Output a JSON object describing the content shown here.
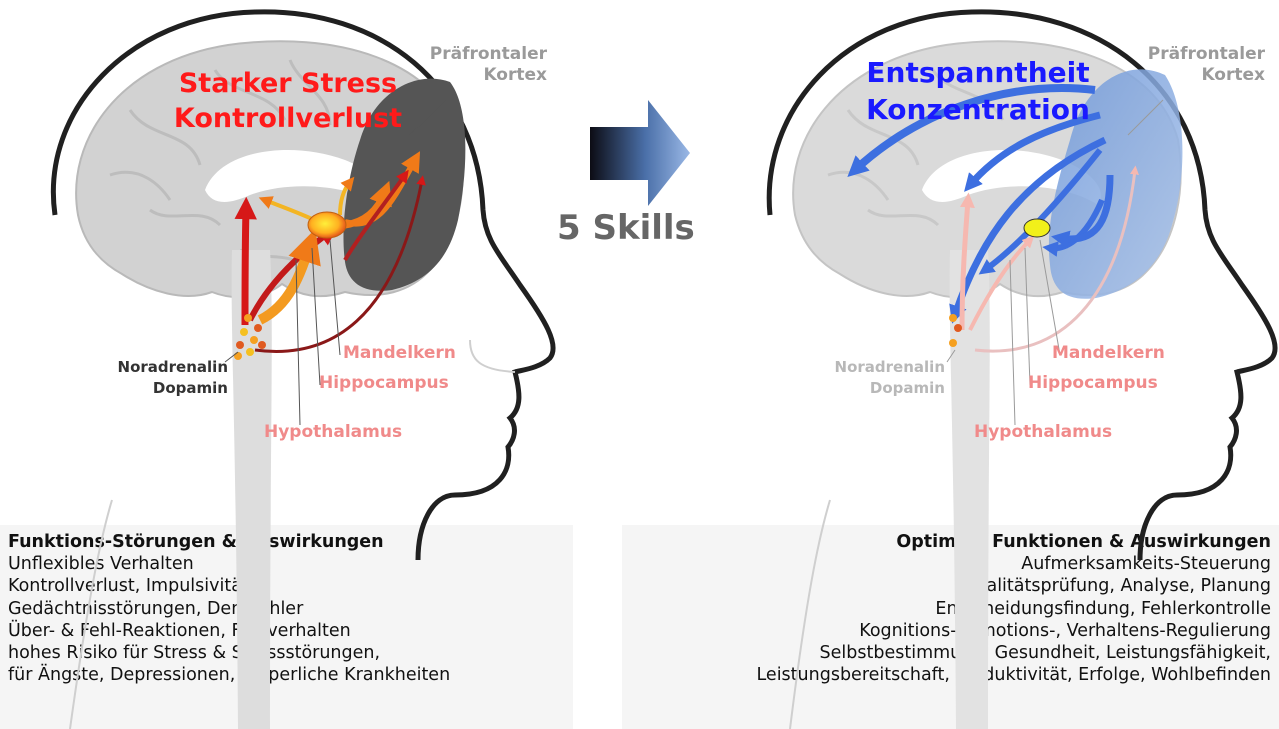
{
  "left_diagram": {
    "state_title": [
      "Starker Stress",
      "Kontrollverlust"
    ],
    "labels": {
      "prefrontal": [
        "Präfrontaler",
        "Kortex"
      ],
      "amygdala": "Mandelkern",
      "hippocampus": "Hippocampus",
      "hypothalamus": "Hypothalamus",
      "neurotransmitters": [
        "Noradrenalin",
        "Dopamin"
      ]
    }
  },
  "right_diagram": {
    "state_title": [
      "Entspanntheit",
      "Konzentration"
    ],
    "labels": {
      "prefrontal": [
        "Präfrontaler",
        "Kortex"
      ],
      "amygdala": "Mandelkern",
      "hippocampus": "Hippocampus",
      "hypothalamus": "Hypothalamus",
      "neurotransmitters": [
        "Noradrenalin",
        "Dopamin"
      ]
    }
  },
  "transition": {
    "label": "5 Skills"
  },
  "left_panel": {
    "heading": "Funktions-Störungen & Auswirkungen",
    "lines": [
      "Unflexibles Verhalten",
      "Kontrollverlust, Impulsivität",
      "Gedächtnisstörungen, Denkfehler",
      "Über- & Fehl-Reaktionen, Fehlverhalten",
      "hohes Risiko für Stress & Stressstörungen,",
      "für Ängste, Depressionen, körperliche Krankheiten"
    ]
  },
  "right_panel": {
    "heading": "Optimale Funktionen & Auswirkungen",
    "lines": [
      "Aufmerksamkeits-Steuerung",
      "Realitätsprüfung, Analyse, Planung",
      "Entscheidungsfindung, Fehlerkontrolle",
      "Kognitions-, Emotions-, Verhaltens-Regulierung",
      "Selbstbestimmung, Gesundheit, Leistungsfähigkeit,",
      "Leistungsbereitschaft, Produktivität, Erfolge, Wohlbefinden"
    ]
  },
  "colors": {
    "stress_red": "#ff1a1a",
    "calm_blue": "#1a1aff",
    "label_pink": "#f08a8a",
    "prefrontal_dark": "#555555",
    "prefrontal_blue": "#7fa6dc"
  }
}
